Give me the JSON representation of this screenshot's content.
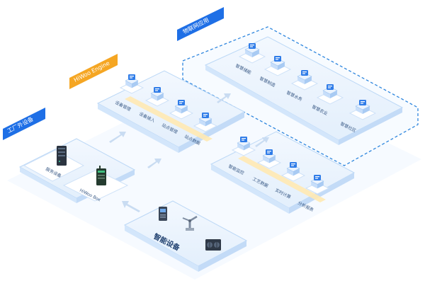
{
  "colors": {
    "accent_blue": "#1e6fe6",
    "accent_orange": "#f5a623",
    "platform_fill": "#eaf3fd",
    "platform_stroke": "#bcd8f6",
    "dashed_border": "#2e86de",
    "node_fill": "#ffffff",
    "node_side": "#d6e8fb",
    "icon_blue": "#2f7ce8"
  },
  "banners": {
    "external": "工厂外设备",
    "engine": "HiWoo Engine",
    "iot": "物联网应用"
  },
  "groups": {
    "external_devices": {
      "items": [
        {
          "label": "服务设备",
          "icon": "server-rack-icon"
        },
        {
          "label": "HiWoo Box",
          "icon": "gateway-box-icon"
        }
      ]
    },
    "engine": {
      "items": [
        {
          "label": "设备管理",
          "icon": "device-management-icon"
        },
        {
          "label": "设备接入",
          "icon": "device-access-icon"
        },
        {
          "label": "站点管理",
          "icon": "site-management-icon"
        },
        {
          "label": "站点数据",
          "icon": "site-data-icon"
        }
      ]
    },
    "engine_lower": {
      "items": [
        {
          "label": "智能监控",
          "icon": "monitor-icon"
        },
        {
          "label": "工艺数据",
          "icon": "process-data-icon"
        },
        {
          "label": "实时计算",
          "icon": "realtime-compute-icon"
        },
        {
          "label": "分析报表",
          "icon": "report-icon"
        }
      ]
    },
    "iot_apps": {
      "items": [
        {
          "label": "智慧储能",
          "icon": "energy-storage-icon"
        },
        {
          "label": "智慧制造",
          "icon": "manufacturing-icon"
        },
        {
          "label": "智慧水务",
          "icon": "water-icon"
        },
        {
          "label": "智慧农业",
          "icon": "agriculture-icon"
        },
        {
          "label": "智慧社区",
          "icon": "community-icon"
        }
      ]
    },
    "smart_devices": {
      "label": "智能设备",
      "items": [
        {
          "icon": "cabinet-icon"
        },
        {
          "icon": "robot-arm-icon"
        },
        {
          "icon": "hvac-unit-icon"
        }
      ]
    }
  }
}
